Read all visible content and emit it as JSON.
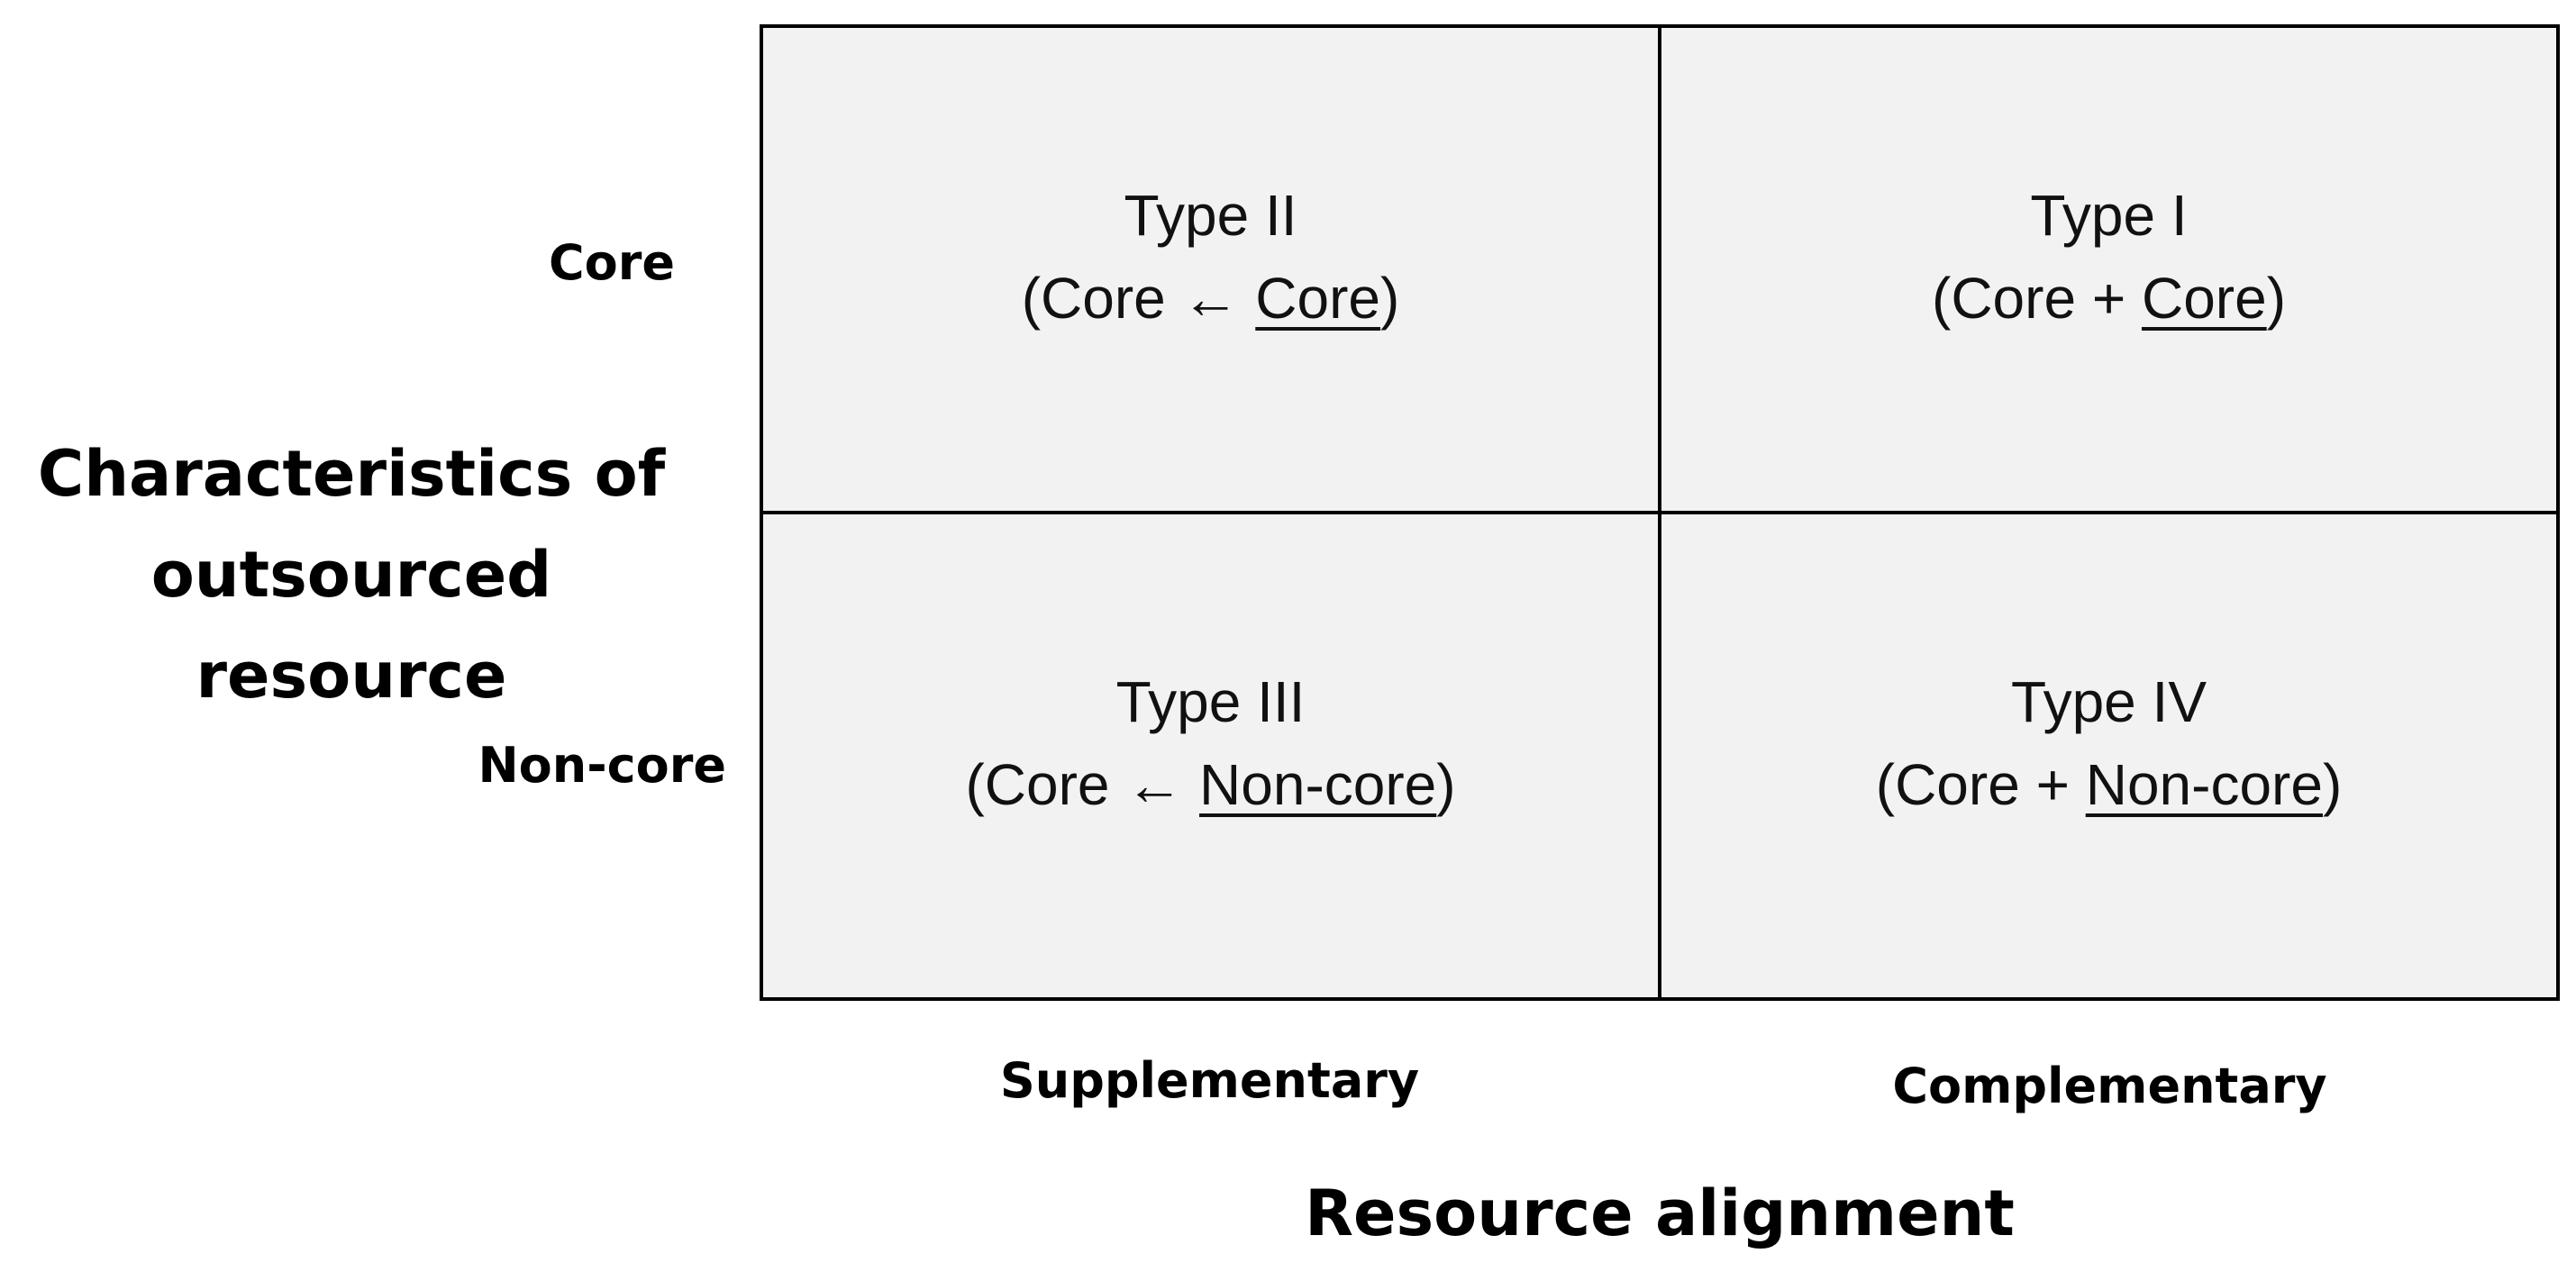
{
  "y_axis": {
    "title_line1": "Characteristics of",
    "title_line2": "outsourced resource",
    "rows": [
      "Core",
      "Non-core"
    ]
  },
  "x_axis": {
    "title": "Resource alignment",
    "columns": [
      "Supplementary",
      "Complementary"
    ]
  },
  "cells": {
    "type2": {
      "title": "Type II",
      "open": "(Core ",
      "operator": "←",
      "resource": "Core",
      "close": ")"
    },
    "type1": {
      "title": "Type I",
      "open": "(Core ",
      "operator": "+",
      "resource": "Core",
      "close": ")"
    },
    "type3": {
      "title": "Type III",
      "open": "(Core ",
      "operator": "←",
      "resource": "Non-core",
      "close": ")"
    },
    "type4": {
      "title": "Type IV",
      "open": "(Core ",
      "operator": "+",
      "resource": "Non-core",
      "close": ")"
    }
  },
  "colors": {
    "cell_fill": "#f2f2f2",
    "border": "#000000"
  }
}
